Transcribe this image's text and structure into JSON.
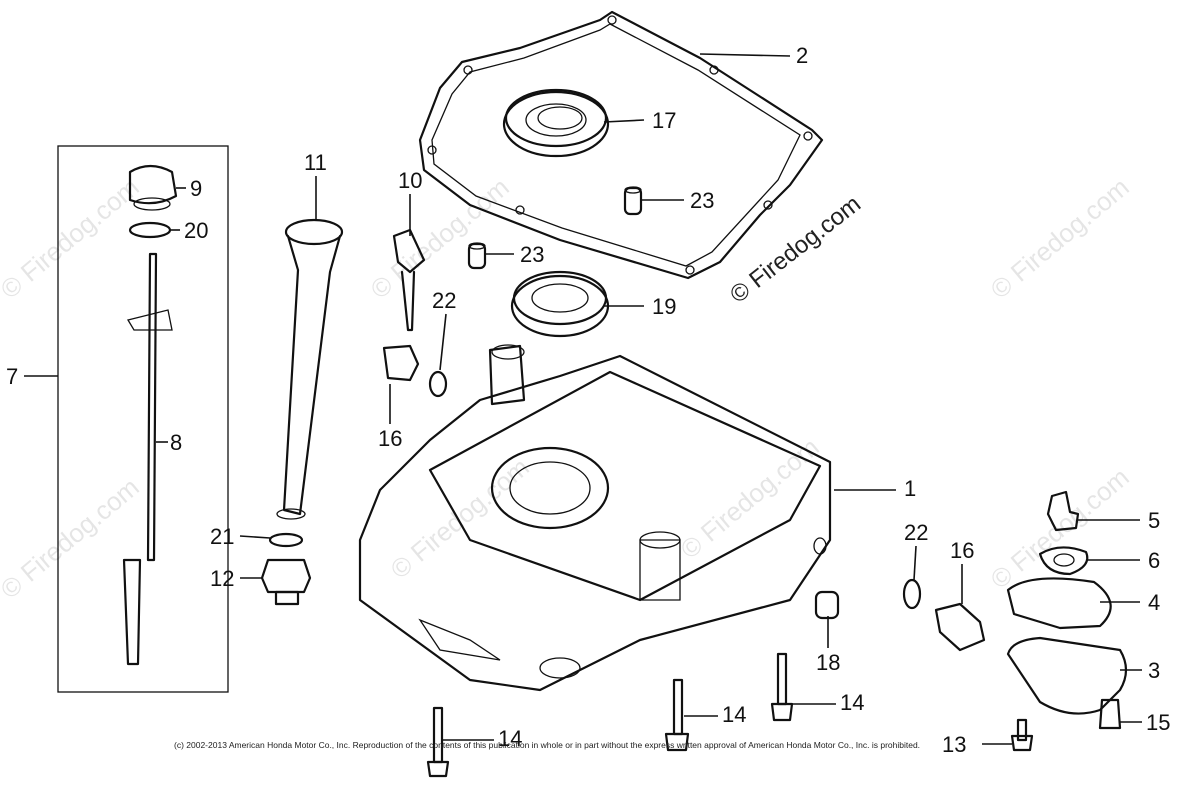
{
  "watermarks": {
    "main": "© Firedog.com",
    "faint": "© Firedog.com"
  },
  "copyright": "(c) 2002-2013 American Honda Motor Co., Inc. Reproduction of the contents of this publication in whole or in part without the express written approval of American Honda Motor Co., Inc. is prohibited.",
  "callouts": {
    "c1": "1",
    "c2": "2",
    "c3": "3",
    "c4": "4",
    "c5": "5",
    "c6": "6",
    "c7": "7",
    "c8": "8",
    "c9": "9",
    "c10": "10",
    "c11": "11",
    "c12": "12",
    "c13": "13",
    "c14a": "14",
    "c14b": "14",
    "c14c": "14",
    "c15": "15",
    "c16a": "16",
    "c16b": "16",
    "c17": "17",
    "c18": "18",
    "c19": "19",
    "c20": "20",
    "c21": "21",
    "c22a": "22",
    "c22b": "22",
    "c23a": "23",
    "c23b": "23"
  },
  "colors": {
    "ink": "#111111",
    "paper": "#ffffff"
  }
}
